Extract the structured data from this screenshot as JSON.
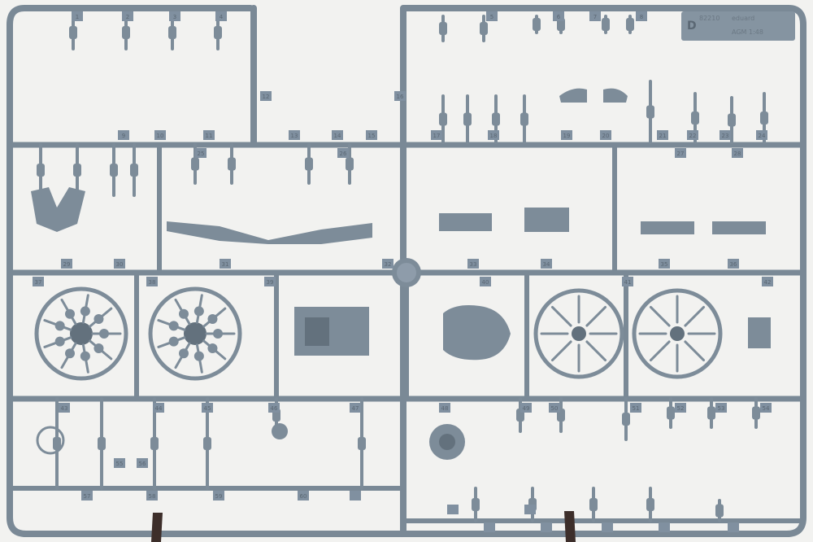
{
  "sprue": {
    "letter": "D",
    "kit_number": "82210",
    "brand": "eduard",
    "scale_line": "AGM   1:48"
  },
  "colors": {
    "background": "#f2f2f0",
    "plastic": "#7d8c99",
    "plastic_dark": "#63717d",
    "stand": "#3d2e2a"
  },
  "part_numbers": [
    "1",
    "2",
    "3",
    "4",
    "5",
    "6",
    "7",
    "8",
    "9",
    "10",
    "11",
    "12",
    "13",
    "14",
    "15",
    "16",
    "17",
    "18",
    "19",
    "20",
    "21",
    "22",
    "23",
    "24",
    "25",
    "26",
    "27",
    "28",
    "29",
    "30",
    "31",
    "32",
    "33",
    "34",
    "35",
    "36",
    "37",
    "38",
    "39",
    "40",
    "41",
    "42",
    "43",
    "44",
    "45",
    "46",
    "47",
    "48",
    "49",
    "50",
    "51",
    "52",
    "53",
    "54",
    "55",
    "56",
    "57",
    "58",
    "59",
    "60"
  ]
}
